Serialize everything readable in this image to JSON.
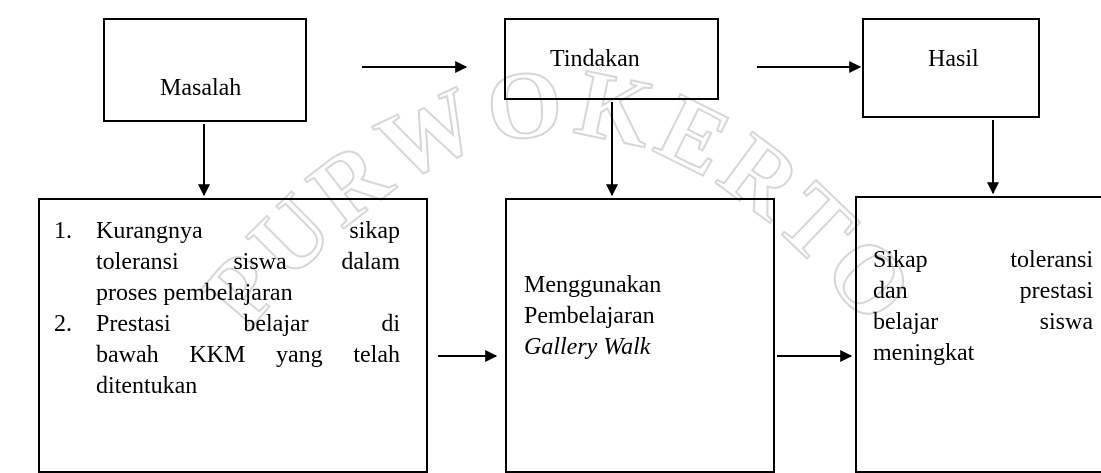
{
  "watermark_text": "PURWOKERTO",
  "top_row": {
    "masalah": "Masalah",
    "tindakan": "Tindakan",
    "hasil": "Hasil"
  },
  "masalah_detail": {
    "item1": {
      "number": "1.",
      "line1": "Kurangnya sikap",
      "line1_a": "Kurangnya",
      "line1_b": "sikap",
      "line2": "toleransi siswa dalam",
      "line3": "proses pembelajaran"
    },
    "item2": {
      "number": "2.",
      "line1": "Prestasi belajar di",
      "line2": "bawah KKM yang telah",
      "line3": "ditentukan"
    }
  },
  "tindakan_detail": {
    "line1": "Menggunakan",
    "line2": "Pembelajaran",
    "line3": "Gallery Walk"
  },
  "hasil_detail": {
    "line1": "Sikap toleransi",
    "line2": "dan prestasi",
    "line3": "belajar siswa",
    "line4": "meningkat"
  },
  "colors": {
    "stroke": "#000000",
    "watermark": "#dcdcdc"
  }
}
